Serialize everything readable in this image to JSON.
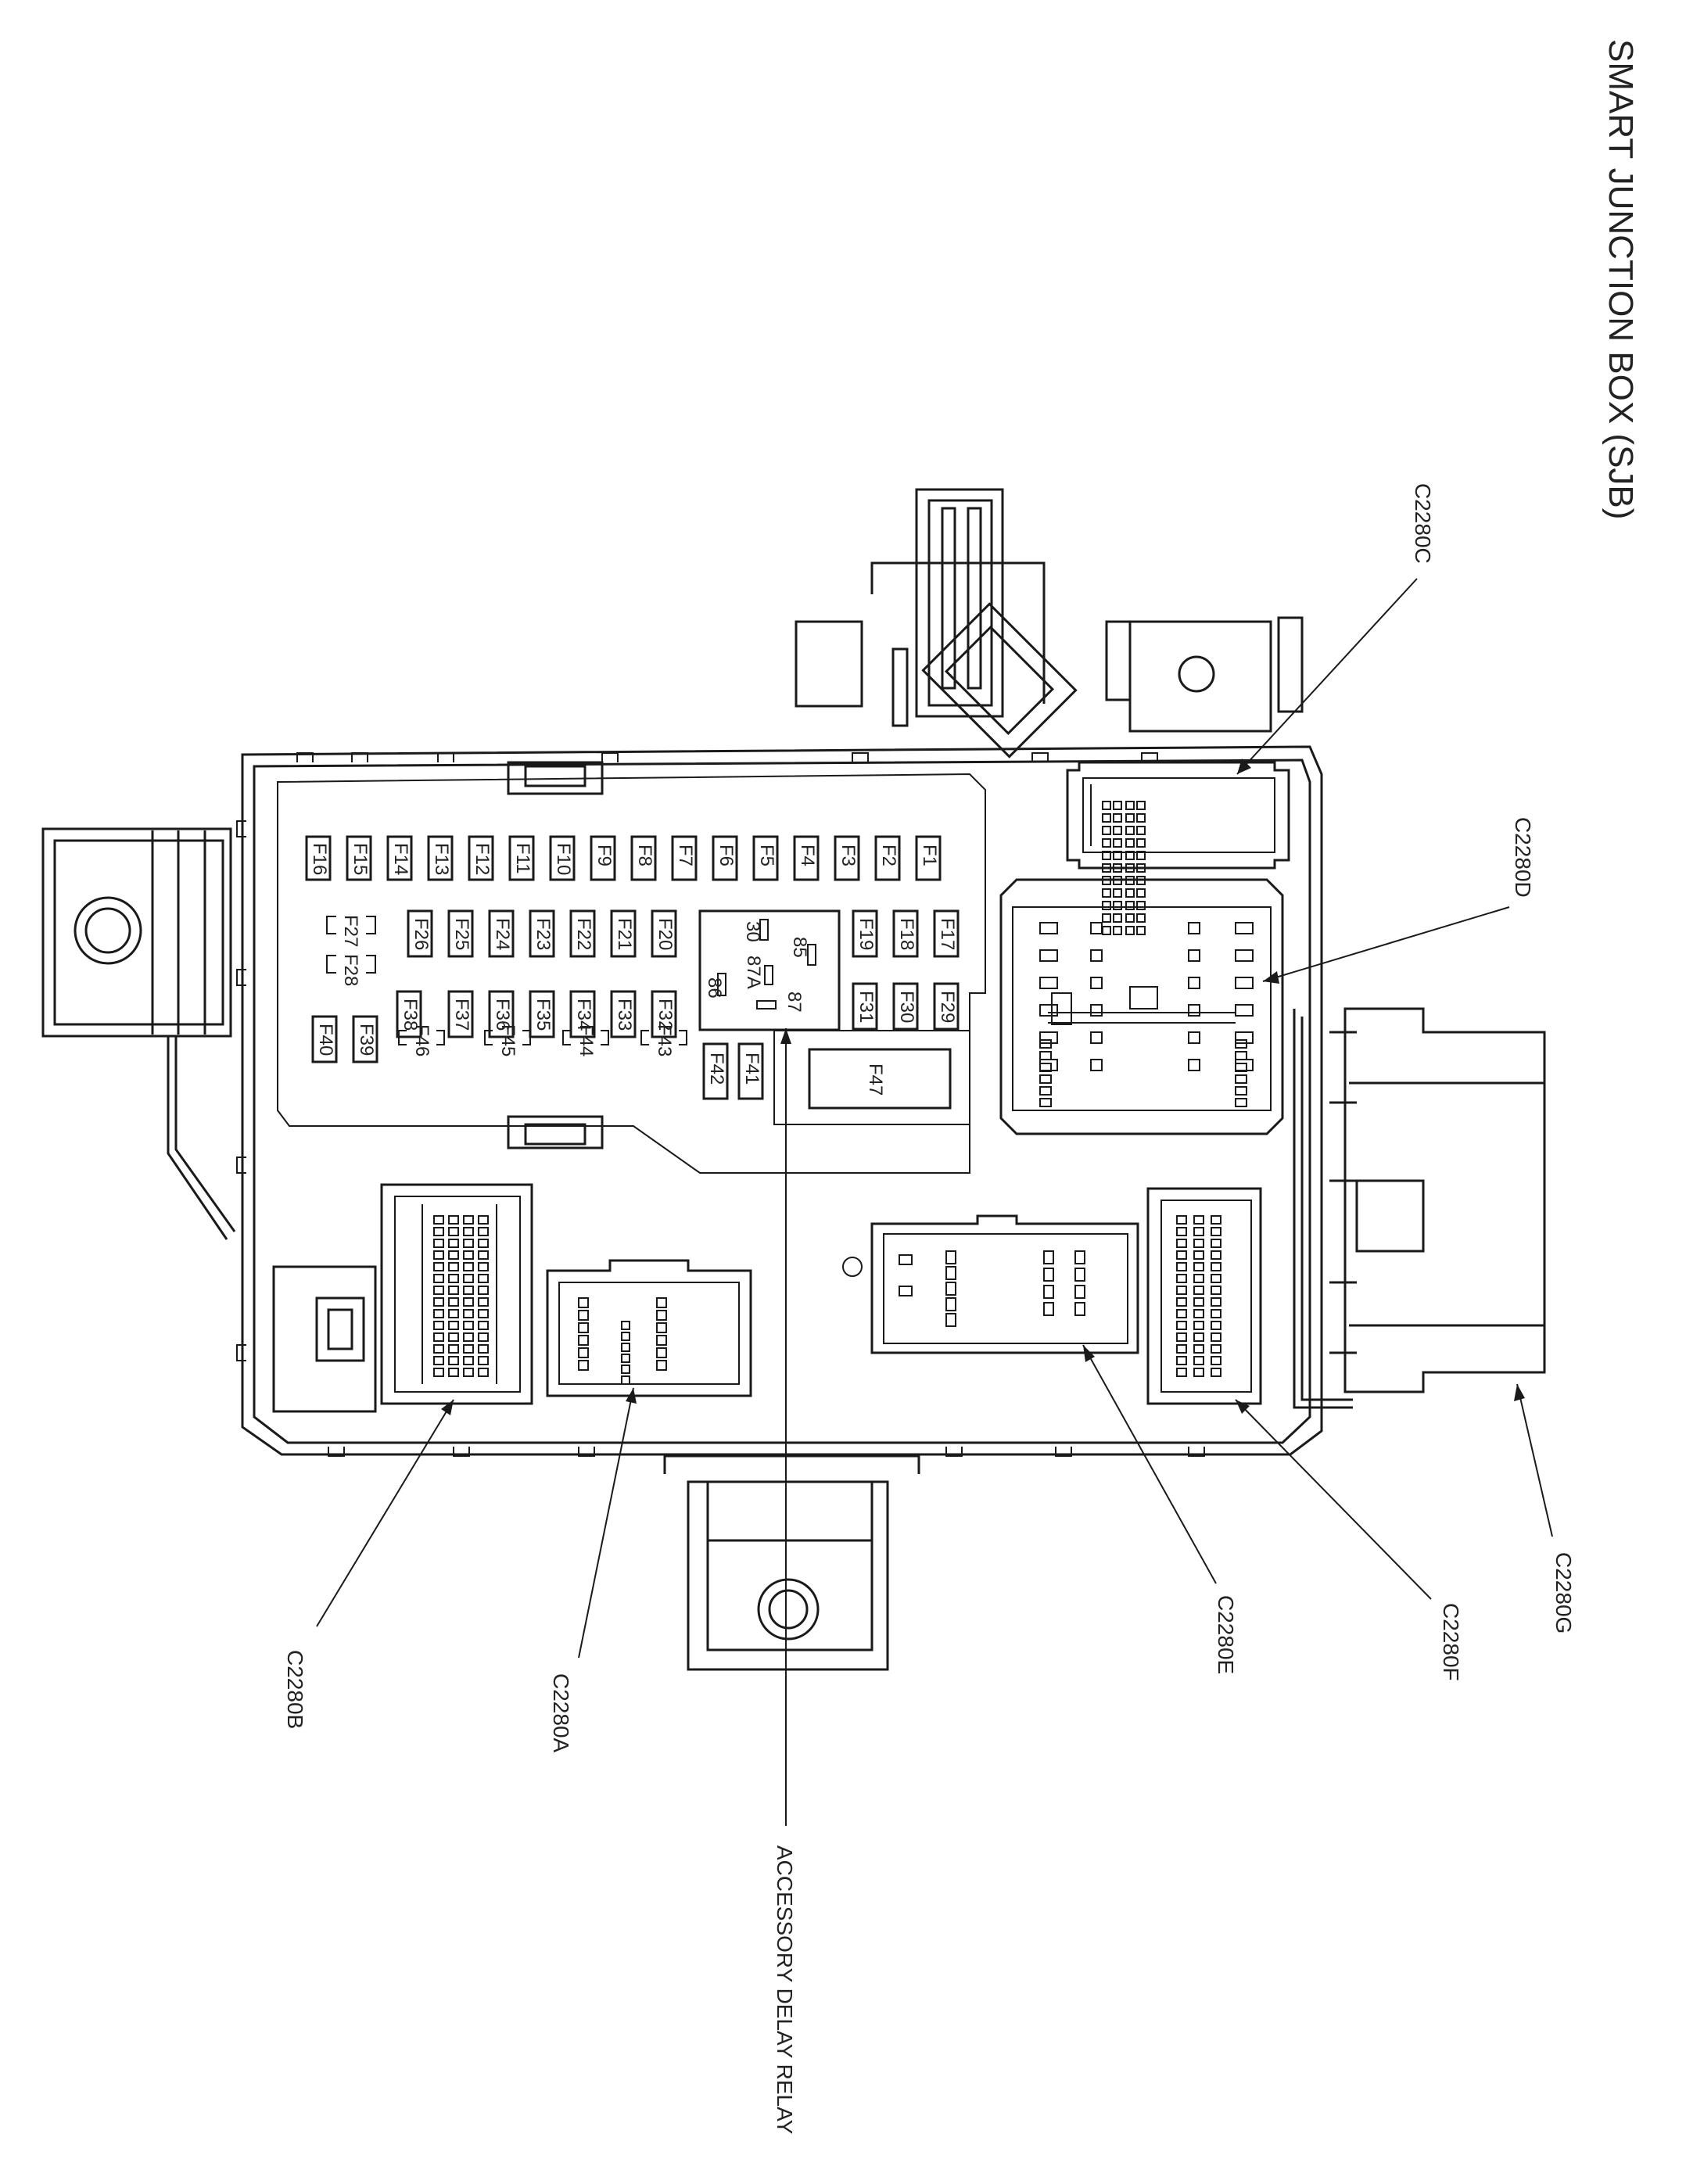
{
  "title": "SMART JUNCTION BOX (SJB)",
  "callouts": {
    "c2280a": "C2280A",
    "c2280b": "C2280B",
    "c2280c": "C2280C",
    "c2280d": "C2280D",
    "c2280e": "C2280E",
    "c2280f": "C2280F",
    "c2280g": "C2280G",
    "relay": "ACCESSORY DELAY RELAY"
  },
  "fuses": {
    "row1": [
      "F1",
      "F2",
      "F3",
      "F4",
      "F5",
      "F6",
      "F7",
      "F8",
      "F9",
      "F10",
      "F11",
      "F12",
      "F13",
      "F14",
      "F15",
      "F16"
    ],
    "row2": [
      "F17",
      "F18",
      "F19",
      "F20",
      "F21",
      "F22",
      "F23",
      "F24",
      "F25",
      "F26"
    ],
    "row3": [
      "F29",
      "F30",
      "F31",
      "F32",
      "F33",
      "F34",
      "F35",
      "F36",
      "F37",
      "F38"
    ],
    "f27": "F27",
    "f28": "F28",
    "f39": "F39",
    "f40": "F40",
    "f41": "F41",
    "f42": "F42",
    "f47": "F47",
    "f43": "F43",
    "f44": "F44",
    "f45": "F45",
    "f46": "F46"
  },
  "relay_pins": {
    "p30": "30",
    "p85": "85",
    "p86": "86",
    "p87": "87",
    "p87a": "87A"
  }
}
